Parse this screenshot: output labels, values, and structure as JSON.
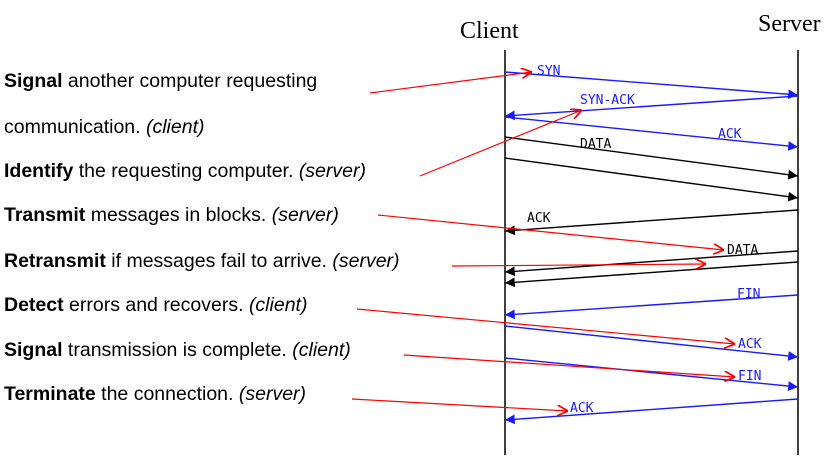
{
  "endpoints": {
    "client": "Client",
    "server": "Server"
  },
  "statements": [
    {
      "keyword": "Signal",
      "text": " another computer requesting",
      "role": ""
    },
    {
      "keyword": "",
      "text": "communication. ",
      "role": "(client)"
    },
    {
      "keyword": "Identify",
      "text": " the requesting computer. ",
      "role": "(server)"
    },
    {
      "keyword": "Transmit",
      "text": " messages in blocks. ",
      "role": "(server)"
    },
    {
      "keyword": "Retransmit",
      "text": " if messages fail to arrive. ",
      "role": "(server)"
    },
    {
      "keyword": "Detect",
      "text": " errors and recovers. ",
      "role": "(client)"
    },
    {
      "keyword": "Signal",
      "text": " transmission is complete. ",
      "role": "(client)"
    },
    {
      "keyword": "Terminate",
      "text": " the connection. ",
      "role": "(server)"
    }
  ],
  "messages": [
    {
      "label": "SYN",
      "direction": "client-to-server",
      "color": "#1a1aff"
    },
    {
      "label": "SYN-ACK",
      "direction": "server-to-client",
      "color": "#1a1aff"
    },
    {
      "label": "ACK",
      "direction": "client-to-server",
      "color": "#1a1aff"
    },
    {
      "label": "DATA",
      "direction": "client-to-server",
      "color": "#000000"
    },
    {
      "label": "",
      "direction": "client-to-server",
      "color": "#000000"
    },
    {
      "label": "ACK",
      "direction": "server-to-client",
      "color": "#000000"
    },
    {
      "label": "DATA",
      "direction": "server-to-client",
      "color": "#000000"
    },
    {
      "label": "",
      "direction": "server-to-client",
      "color": "#000000"
    },
    {
      "label": "FIN",
      "direction": "server-to-client",
      "color": "#1a1aff"
    },
    {
      "label": "ACK",
      "direction": "client-to-server",
      "color": "#1a1aff"
    },
    {
      "label": "FIN",
      "direction": "client-to-server",
      "color": "#1a1aff"
    },
    {
      "label": "ACK",
      "direction": "server-to-client",
      "color": "#1a1aff"
    }
  ],
  "colors": {
    "pointer": "#ff0000",
    "blue_message": "#1a1aff",
    "black_message": "#000000",
    "lifeline": "#000000"
  }
}
